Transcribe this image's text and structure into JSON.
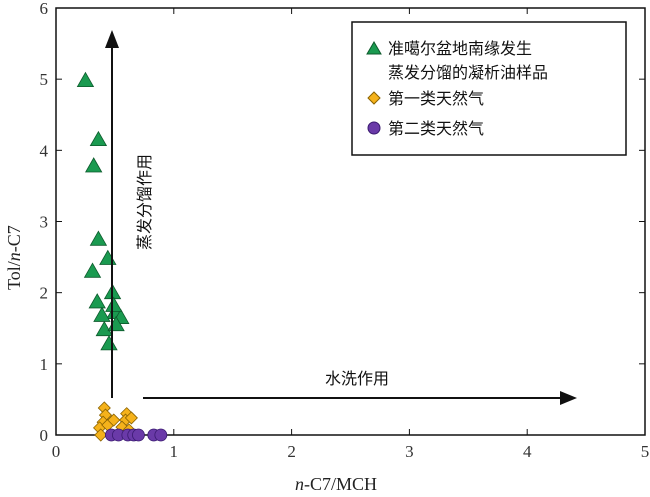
{
  "chart_data": {
    "type": "scatter",
    "xlabel_italic": "n",
    "xlabel": "-C7/MCH",
    "ylabel_prefix": "Tol/",
    "ylabel_italic": "n",
    "ylabel_suffix": "-C7",
    "xlim": [
      0,
      5
    ],
    "ylim": [
      0,
      6
    ],
    "xticks": [
      "0",
      "1",
      "2",
      "3",
      "4",
      "5"
    ],
    "yticks": [
      "0",
      "1",
      "2",
      "3",
      "4",
      "5",
      "6"
    ],
    "series": [
      {
        "name": "准噶尔盆地南缘发生蒸发分馏的凝析油样品",
        "name_line1": "准噶尔盆地南缘发生",
        "name_line2": "蒸发分馏的凝析油样品",
        "marker": "triangle",
        "color": "#1a9a50",
        "x": [
          0.25,
          0.36,
          0.32,
          0.36,
          0.44,
          0.31,
          0.48,
          0.35,
          0.5,
          0.55,
          0.39,
          0.41,
          0.51,
          0.45,
          0.49
        ],
        "y": [
          4.98,
          4.15,
          3.78,
          2.75,
          2.48,
          2.3,
          2.0,
          1.87,
          1.72,
          1.65,
          1.68,
          1.48,
          1.55,
          1.28,
          1.82
        ]
      },
      {
        "name": "第一类天然气",
        "marker": "diamond",
        "color": "#f5b21b",
        "x": [
          0.41,
          0.42,
          0.4,
          0.37,
          0.44,
          0.49,
          0.6,
          0.59,
          0.64,
          0.56,
          0.38,
          0.62
        ],
        "y": [
          0.38,
          0.28,
          0.18,
          0.1,
          0.14,
          0.21,
          0.3,
          0.21,
          0.24,
          0.11,
          0.0,
          0.07
        ]
      },
      {
        "name": "第二类天然气",
        "marker": "circle",
        "color": "#6a3aa8",
        "x": [
          0.47,
          0.53,
          0.61,
          0.66,
          0.7,
          0.83,
          0.89
        ],
        "y": [
          0,
          0,
          0,
          0,
          0,
          0,
          0
        ]
      }
    ],
    "annotations": {
      "vertical_arrow": "蒸发分馏作用",
      "horizontal_arrow": "水洗作用"
    },
    "legend_position": "top-right"
  }
}
